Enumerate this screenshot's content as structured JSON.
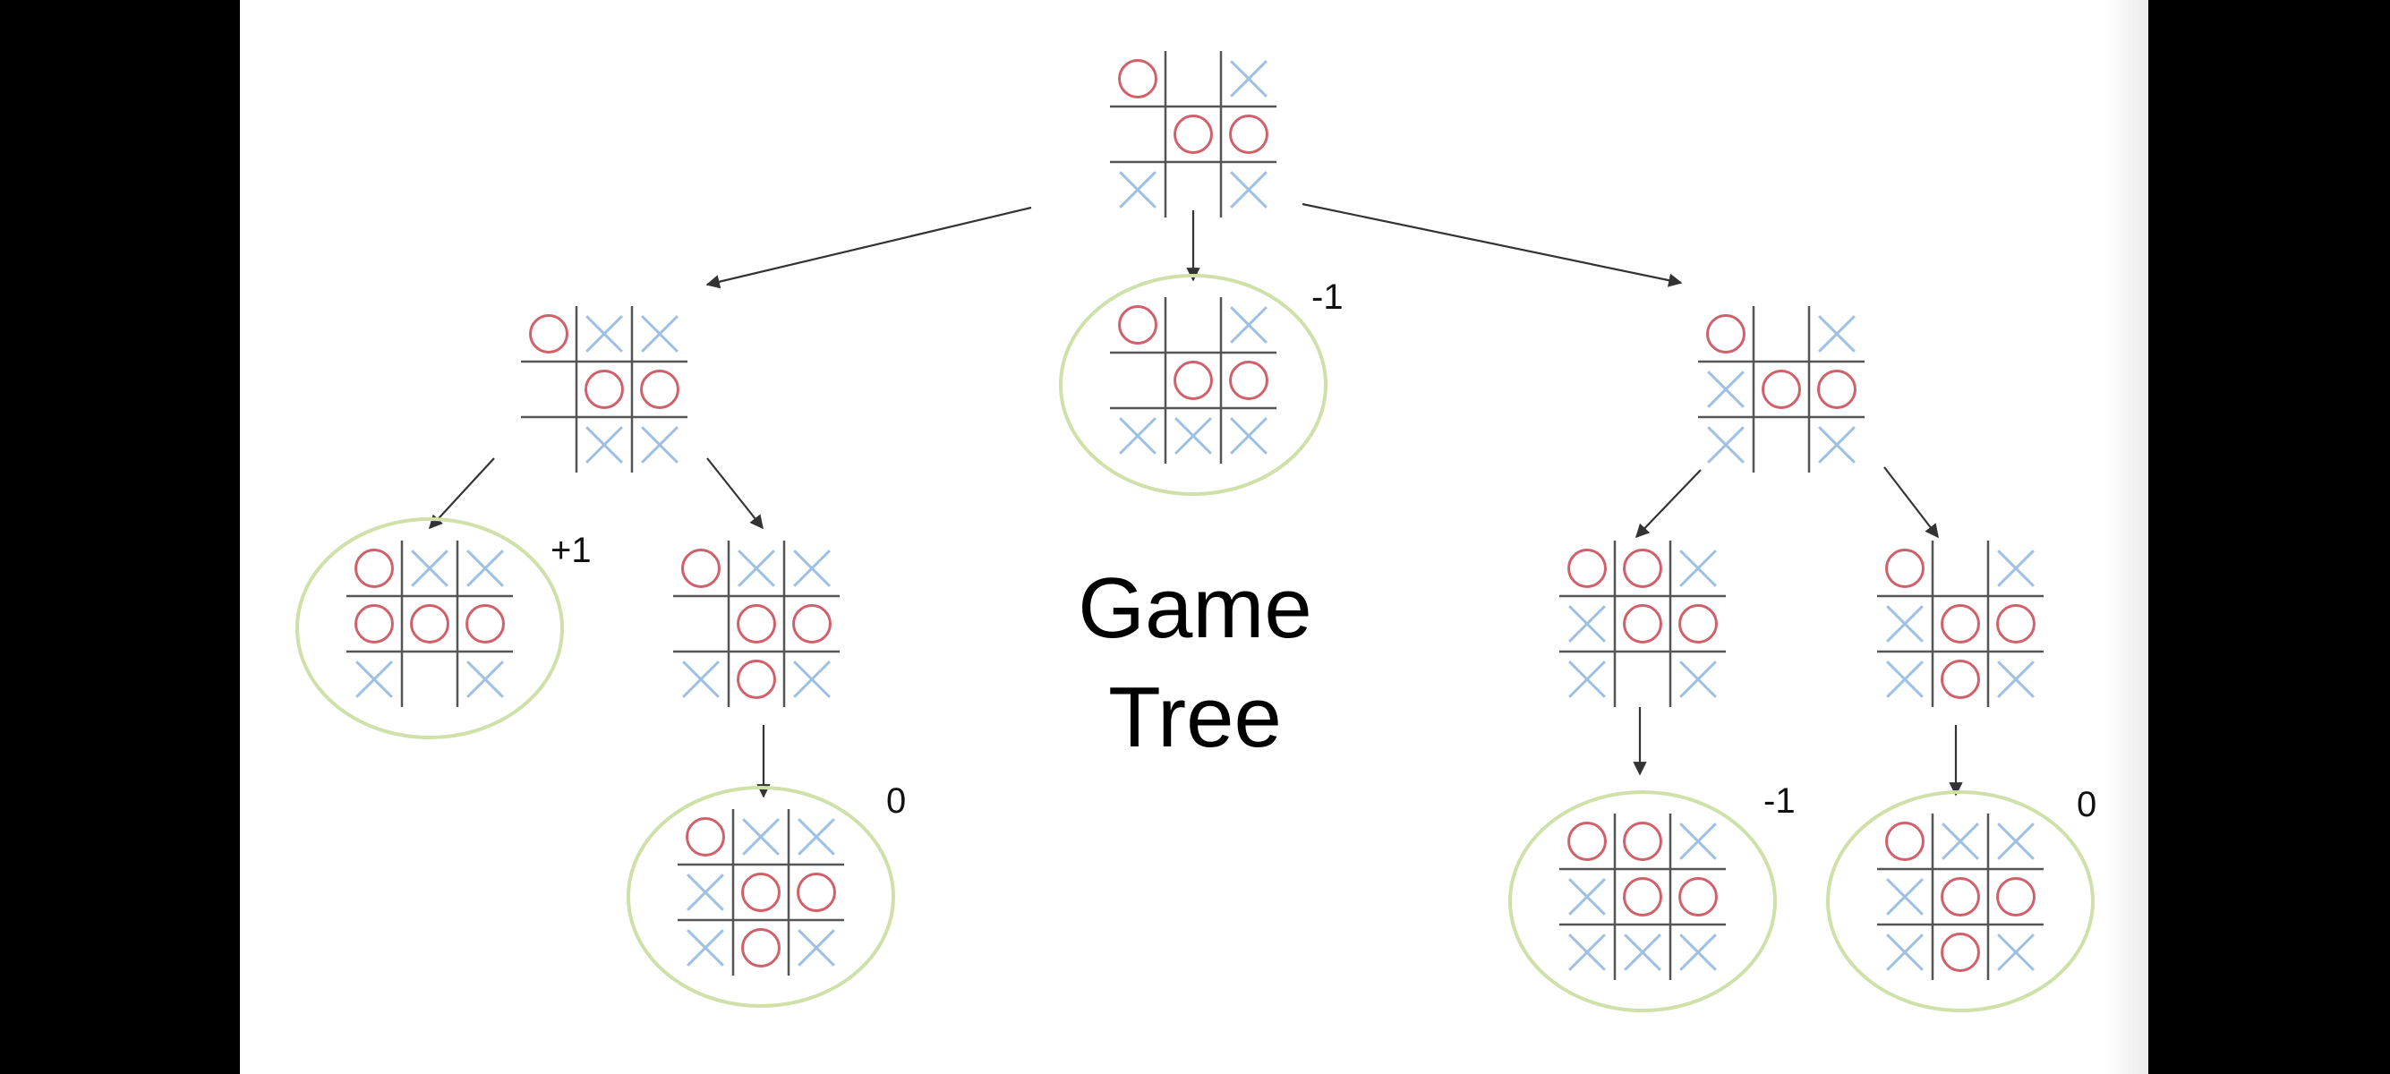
{
  "title": {
    "line1": "Game",
    "line2": "Tree"
  },
  "colors": {
    "o_mark": "#d0606a",
    "x_mark": "#9ec0e2",
    "grid": "#555555",
    "leaf_ring": "#cfe0a8",
    "arrow": "#333333"
  },
  "nodes": [
    {
      "id": "root",
      "board": [
        "O",
        "",
        "X",
        "",
        "O",
        "O",
        "X",
        "",
        "X"
      ],
      "terminal": false,
      "score": ""
    },
    {
      "id": "a",
      "board": [
        "O",
        "X",
        "X",
        "",
        "O",
        "O",
        "",
        "X",
        "X"
      ],
      "terminal": false,
      "score": ""
    },
    {
      "id": "b",
      "board": [
        "O",
        "",
        "X",
        "",
        "O",
        "O",
        "X",
        "X",
        "X"
      ],
      "terminal": true,
      "score": "-1"
    },
    {
      "id": "c",
      "board": [
        "O",
        "",
        "X",
        "X",
        "O",
        "O",
        "X",
        "",
        "X"
      ],
      "terminal": false,
      "score": ""
    },
    {
      "id": "a1",
      "board": [
        "O",
        "X",
        "X",
        "O",
        "O",
        "O",
        "X",
        "",
        "X"
      ],
      "terminal": true,
      "score": "+1"
    },
    {
      "id": "a2",
      "board": [
        "O",
        "X",
        "X",
        "",
        "O",
        "O",
        "X",
        "O",
        "X"
      ],
      "terminal": false,
      "score": ""
    },
    {
      "id": "a2a",
      "board": [
        "O",
        "X",
        "X",
        "X",
        "O",
        "O",
        "X",
        "O",
        "X"
      ],
      "terminal": true,
      "score": "0"
    },
    {
      "id": "c1",
      "board": [
        "O",
        "O",
        "X",
        "X",
        "O",
        "O",
        "X",
        "",
        "X"
      ],
      "terminal": false,
      "score": ""
    },
    {
      "id": "c2",
      "board": [
        "O",
        "",
        "X",
        "X",
        "O",
        "O",
        "X",
        "O",
        "X"
      ],
      "terminal": false,
      "score": ""
    },
    {
      "id": "c1a",
      "board": [
        "O",
        "O",
        "X",
        "X",
        "O",
        "O",
        "X",
        "X",
        "X"
      ],
      "terminal": true,
      "score": "-1"
    },
    {
      "id": "c2a",
      "board": [
        "O",
        "X",
        "X",
        "X",
        "O",
        "O",
        "X",
        "O",
        "X"
      ],
      "terminal": true,
      "score": "0"
    }
  ],
  "edges": [
    [
      "root",
      "a"
    ],
    [
      "root",
      "b"
    ],
    [
      "root",
      "c"
    ],
    [
      "a",
      "a1"
    ],
    [
      "a",
      "a2"
    ],
    [
      "a2",
      "a2a"
    ],
    [
      "c",
      "c1"
    ],
    [
      "c",
      "c2"
    ],
    [
      "c1",
      "c1a"
    ],
    [
      "c2",
      "c2a"
    ]
  ]
}
